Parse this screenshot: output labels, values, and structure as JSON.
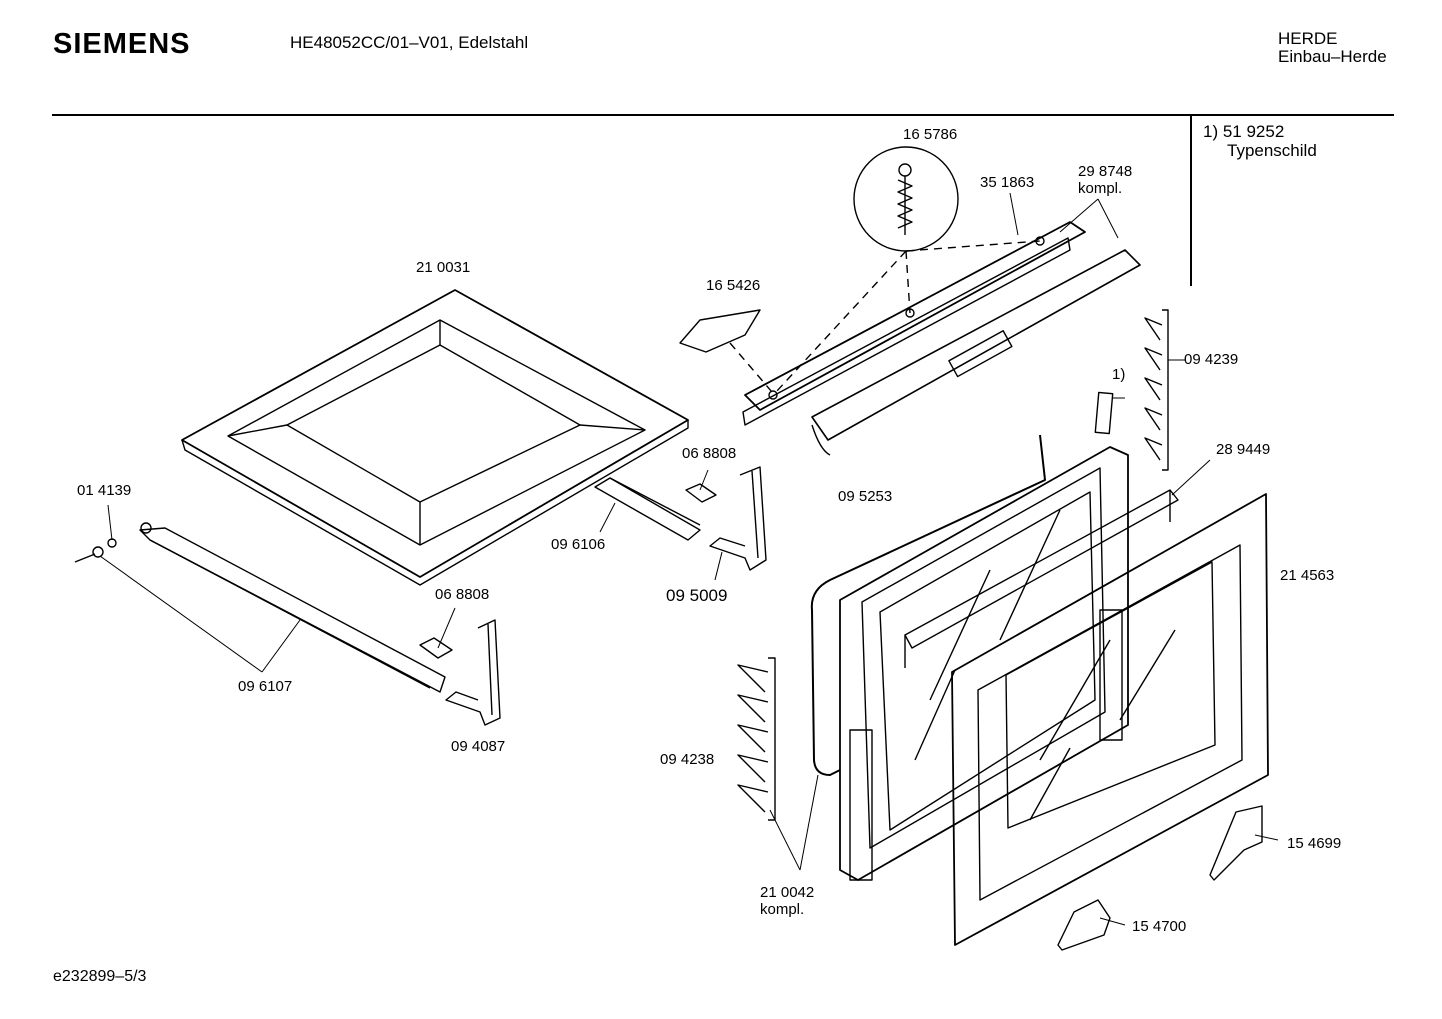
{
  "header": {
    "brand": "SIEMENS",
    "model": "HE48052CC/01–V01, Edelstahl",
    "category_line1": "HERDE",
    "category_line2": "Einbau–Herde"
  },
  "note": {
    "line1": "1) 51 9252",
    "line2": "Typenschild"
  },
  "parts": {
    "p165786": "16 5786",
    "p351863": "35 1863",
    "p298748": "29 8748",
    "p298748_sub": "kompl.",
    "p210031": "21 0031",
    "p165426": "16 5426",
    "p094239": "09 4239",
    "note_ref": "1)",
    "p289449": "28 9449",
    "p068808a": "06 8808",
    "p014139": "01 4139",
    "p096106": "09 6106",
    "p095253": "09 5253",
    "p095009": "09 5009",
    "p214563": "21 4563",
    "p068808b": "06 8808",
    "p096107": "09 6107",
    "p094087": "09 4087",
    "p094238": "09 4238",
    "p154699": "15 4699",
    "p210042": "21 0042",
    "p210042_sub": "kompl.",
    "p154700": "15 4700"
  },
  "footer": {
    "doc_id": "e232899–5/3"
  }
}
